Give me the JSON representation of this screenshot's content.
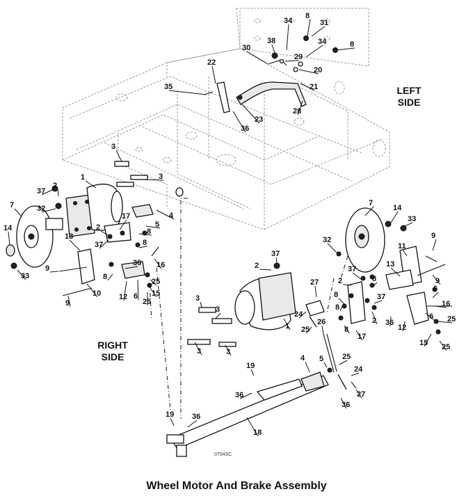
{
  "caption": "Wheel Motor And Brake Assembly",
  "labels": {
    "left_side_line1": "LEFT",
    "left_side_line2": "SIDE",
    "right_side_line1": "RIGHT",
    "right_side_line2": "SIDE",
    "drawing_code": "0704SC"
  },
  "callouts": [
    {
      "t": "34"
    },
    {
      "t": "8"
    },
    {
      "t": "31"
    },
    {
      "t": "38"
    },
    {
      "t": "30"
    },
    {
      "t": "34"
    },
    {
      "t": "8"
    },
    {
      "t": "29"
    },
    {
      "t": "20"
    },
    {
      "t": "22"
    },
    {
      "t": "21"
    },
    {
      "t": "35"
    },
    {
      "t": "28"
    },
    {
      "t": "23"
    },
    {
      "t": "36"
    },
    {
      "t": "3"
    },
    {
      "t": "1"
    },
    {
      "t": "3"
    },
    {
      "t": "37"
    },
    {
      "t": "2"
    },
    {
      "t": "7"
    },
    {
      "t": "32"
    },
    {
      "t": "4"
    },
    {
      "t": "17"
    },
    {
      "t": "5"
    },
    {
      "t": "2"
    },
    {
      "t": "8"
    },
    {
      "t": "14"
    },
    {
      "t": "13"
    },
    {
      "t": "37"
    },
    {
      "t": "8"
    },
    {
      "t": "33"
    },
    {
      "t": "36"
    },
    {
      "t": "16"
    },
    {
      "t": "9"
    },
    {
      "t": "8"
    },
    {
      "t": "25"
    },
    {
      "t": "10"
    },
    {
      "t": "12"
    },
    {
      "t": "6"
    },
    {
      "t": "15"
    },
    {
      "t": "25"
    },
    {
      "t": "9"
    },
    {
      "t": "7"
    },
    {
      "t": "14"
    },
    {
      "t": "33"
    },
    {
      "t": "9"
    },
    {
      "t": "32"
    },
    {
      "t": "11"
    },
    {
      "t": "37"
    },
    {
      "t": "2"
    },
    {
      "t": "37"
    },
    {
      "t": "13"
    },
    {
      "t": "9"
    },
    {
      "t": "27"
    },
    {
      "t": "2"
    },
    {
      "t": "8"
    },
    {
      "t": "8"
    },
    {
      "t": "37"
    },
    {
      "t": "6"
    },
    {
      "t": "3"
    },
    {
      "t": "8"
    },
    {
      "t": "24"
    },
    {
      "t": "2"
    },
    {
      "t": "16"
    },
    {
      "t": "3"
    },
    {
      "t": "1"
    },
    {
      "t": "36"
    },
    {
      "t": "12"
    },
    {
      "t": "6"
    },
    {
      "t": "25"
    },
    {
      "t": "25"
    },
    {
      "t": "26"
    },
    {
      "t": "8"
    },
    {
      "t": "17"
    },
    {
      "t": "15"
    },
    {
      "t": "25"
    },
    {
      "t": "3"
    },
    {
      "t": "3"
    },
    {
      "t": "25"
    },
    {
      "t": "4"
    },
    {
      "t": "5"
    },
    {
      "t": "19"
    },
    {
      "t": "24"
    },
    {
      "t": "36"
    },
    {
      "t": "27"
    },
    {
      "t": "36"
    },
    {
      "t": "19"
    },
    {
      "t": "36"
    },
    {
      "t": "18"
    }
  ]
}
